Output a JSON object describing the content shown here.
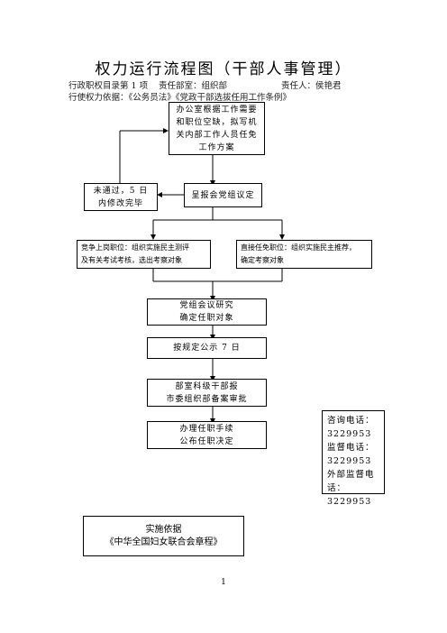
{
  "title": "权力运行流程图（干部人事管理）",
  "meta": {
    "item": "行政职权目录第 1 项",
    "dept": "责任部室：组织部",
    "owner": "责任人：侯艳君",
    "basis": "行使权力依据：《公务员法》《党政干部选拔任用工作条例》"
  },
  "steps": {
    "prepare": [
      "办公室根据工作需要",
      "和职位空缺，拟写机",
      "关内部工作人员任免",
      "工作方案"
    ],
    "report": "呈报会党组议定",
    "rework": [
      "未通过，5 日",
      "内修改完毕"
    ],
    "compete": [
      "竞争上岗职位：组织实施民主测评",
      "及有关考试考核，选出考察对象"
    ],
    "direct": [
      "直接任免职位：组织实施民主推荐，",
      "确定考察对象"
    ],
    "meeting": [
      "党组会议研究",
      "确定任职对象"
    ],
    "publicity": "按规定公示 7 日",
    "filing": [
      "部室科级干部报",
      "市委组织部备案审批"
    ],
    "appoint": [
      "办理任职手续",
      "公布任职决定"
    ]
  },
  "contact": {
    "lines": [
      "咨询电话：",
      "3229953",
      "监督电话：",
      "3229953",
      "外部监督电",
      "话：3229953"
    ]
  },
  "basis_box": {
    "label": "实施依据",
    "doc": "《中华全国妇女联合会章程》"
  },
  "page_number": "1"
}
